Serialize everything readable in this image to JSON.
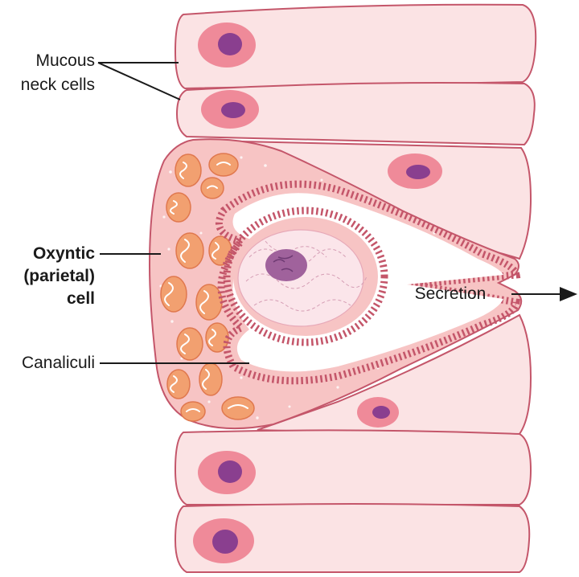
{
  "labels": {
    "mucous_line1": "Mucous",
    "mucous_line2": "neck cells",
    "oxyntic_line1": "Oxyntic",
    "oxyntic_line2": "(parietal)",
    "oxyntic_line3": "cell",
    "canaliculi": "Canaliculi",
    "secretion": "Secretion"
  },
  "colors": {
    "cell_fill": "#fbe3e4",
    "cell_outline": "#c4566a",
    "parietal_fill": "#f7c4c4",
    "mitochondria": "#f0906a",
    "nucleus_halo": "#ef8a99",
    "nucleus_core": "#8a3f8f",
    "label_text": "#1a1a1a"
  }
}
